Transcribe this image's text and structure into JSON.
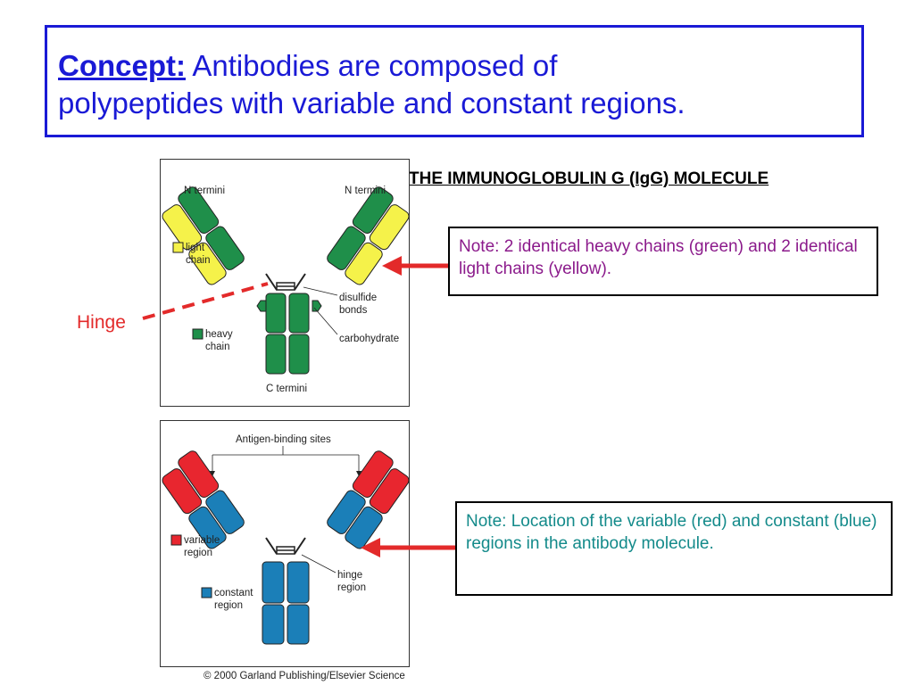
{
  "title": {
    "concept_label": "Concept:",
    "line1": " Antibodies are composed of",
    "line2": "polypeptides with variable and constant regions."
  },
  "molecule_heading": "THE IMMUNOGLOBULIN G (IgG) MOLECULE",
  "figure1": {
    "n_termini_left": "N termini",
    "n_termini_right": "N termini",
    "legend_light": "light\nchain",
    "legend_heavy": "heavy\nchain",
    "disulfide": "disulfide\nbonds",
    "carbohydrate": "carbohydrate",
    "c_termini": "C termini"
  },
  "figure2": {
    "antigen_sites": "Antigen-binding sites",
    "legend_variable": "variable\nregion",
    "legend_constant": "constant\nregion",
    "hinge_region": "hinge\nregion"
  },
  "copyright": "© 2000 Garland Publishing/Elsevier Science",
  "note1": "Note: 2 identical heavy chains (green) and 2 identical light chains (yellow).",
  "note2": "Note: Location of the variable (red) and constant (blue) regions in the antibody molecule.",
  "hinge_label": "Hinge",
  "colors": {
    "title_blue": "#1a1ad6",
    "heavy_green": "#1f8f4a",
    "light_yellow": "#f5f24a",
    "variable_red": "#e8262f",
    "constant_blue": "#1b7fb8",
    "arrow_red": "#e32a2a",
    "note1_purple": "#8b1a8b",
    "note2_teal": "#138a8a"
  }
}
